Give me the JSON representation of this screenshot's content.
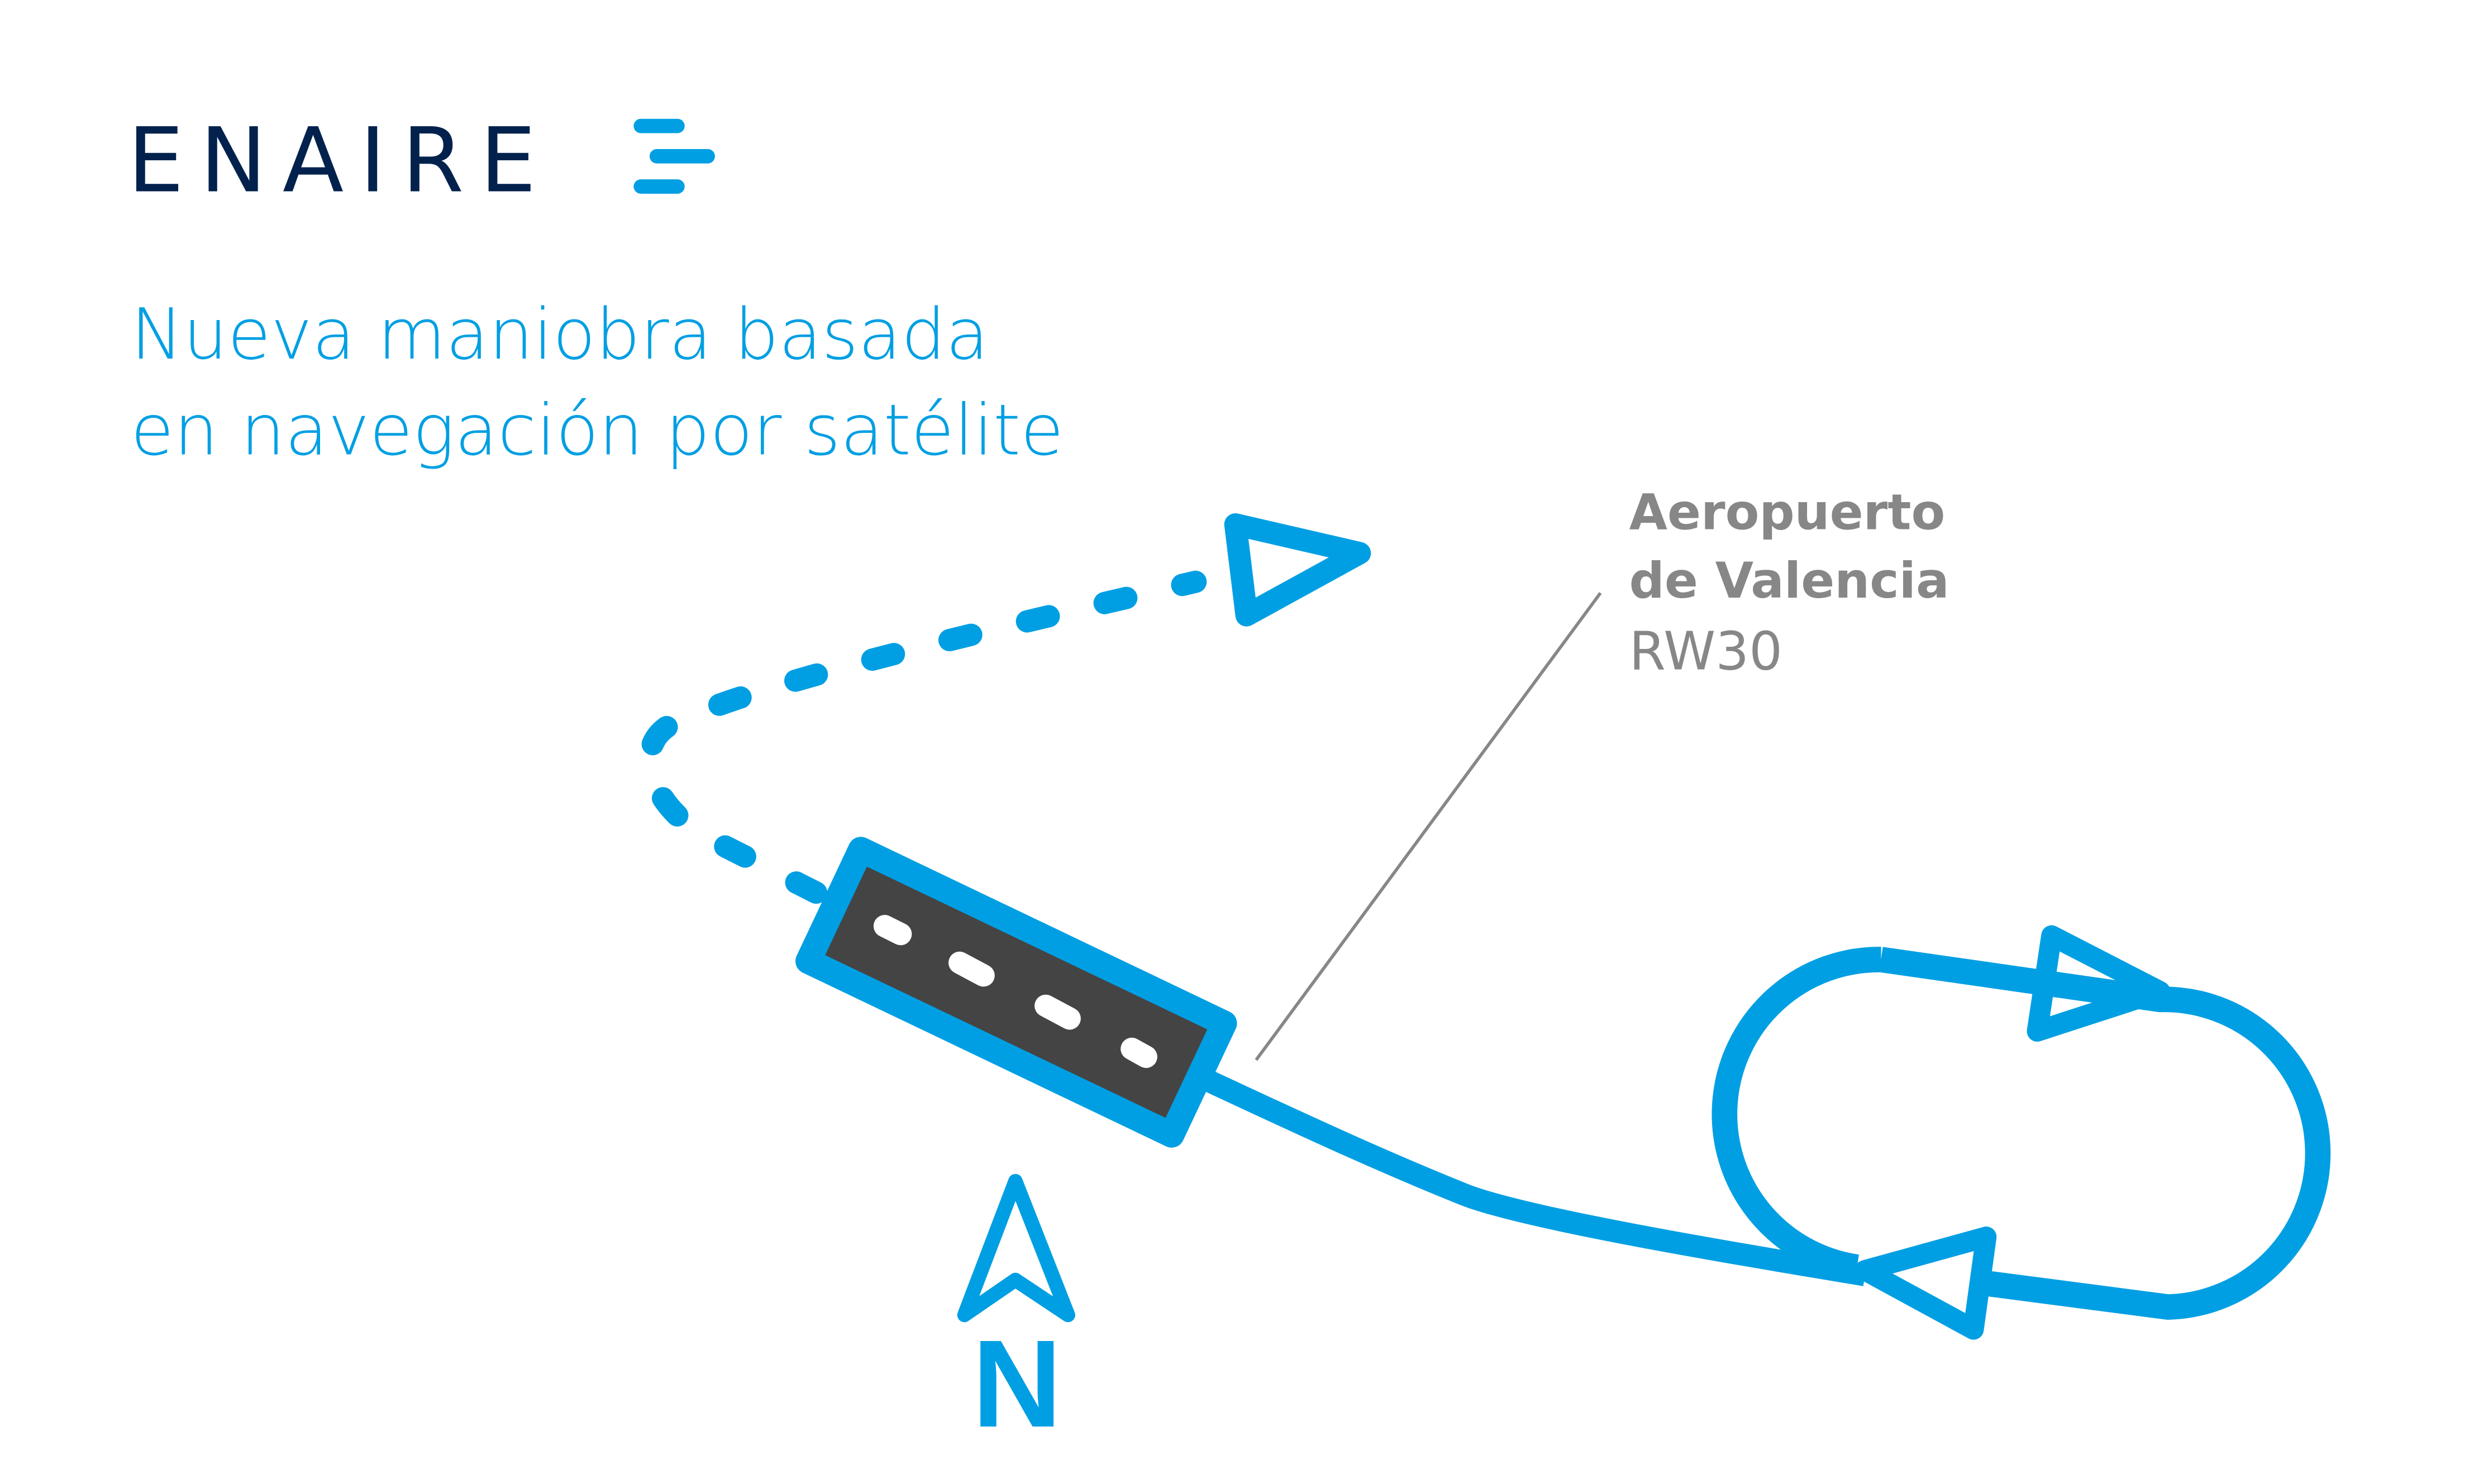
{
  "logo": {
    "text": "ENAIRE"
  },
  "title": {
    "line1": "Nueva maniobra basada",
    "line2": "en navegación por satélite"
  },
  "label": {
    "line1": "Aeropuerto",
    "line2": "de Valencia",
    "line3": "RW30"
  },
  "north": {
    "letter": "N"
  },
  "colors": {
    "accent": "#009fe3",
    "brand": "#02224d",
    "runway": "#444444",
    "label": "#878787"
  }
}
